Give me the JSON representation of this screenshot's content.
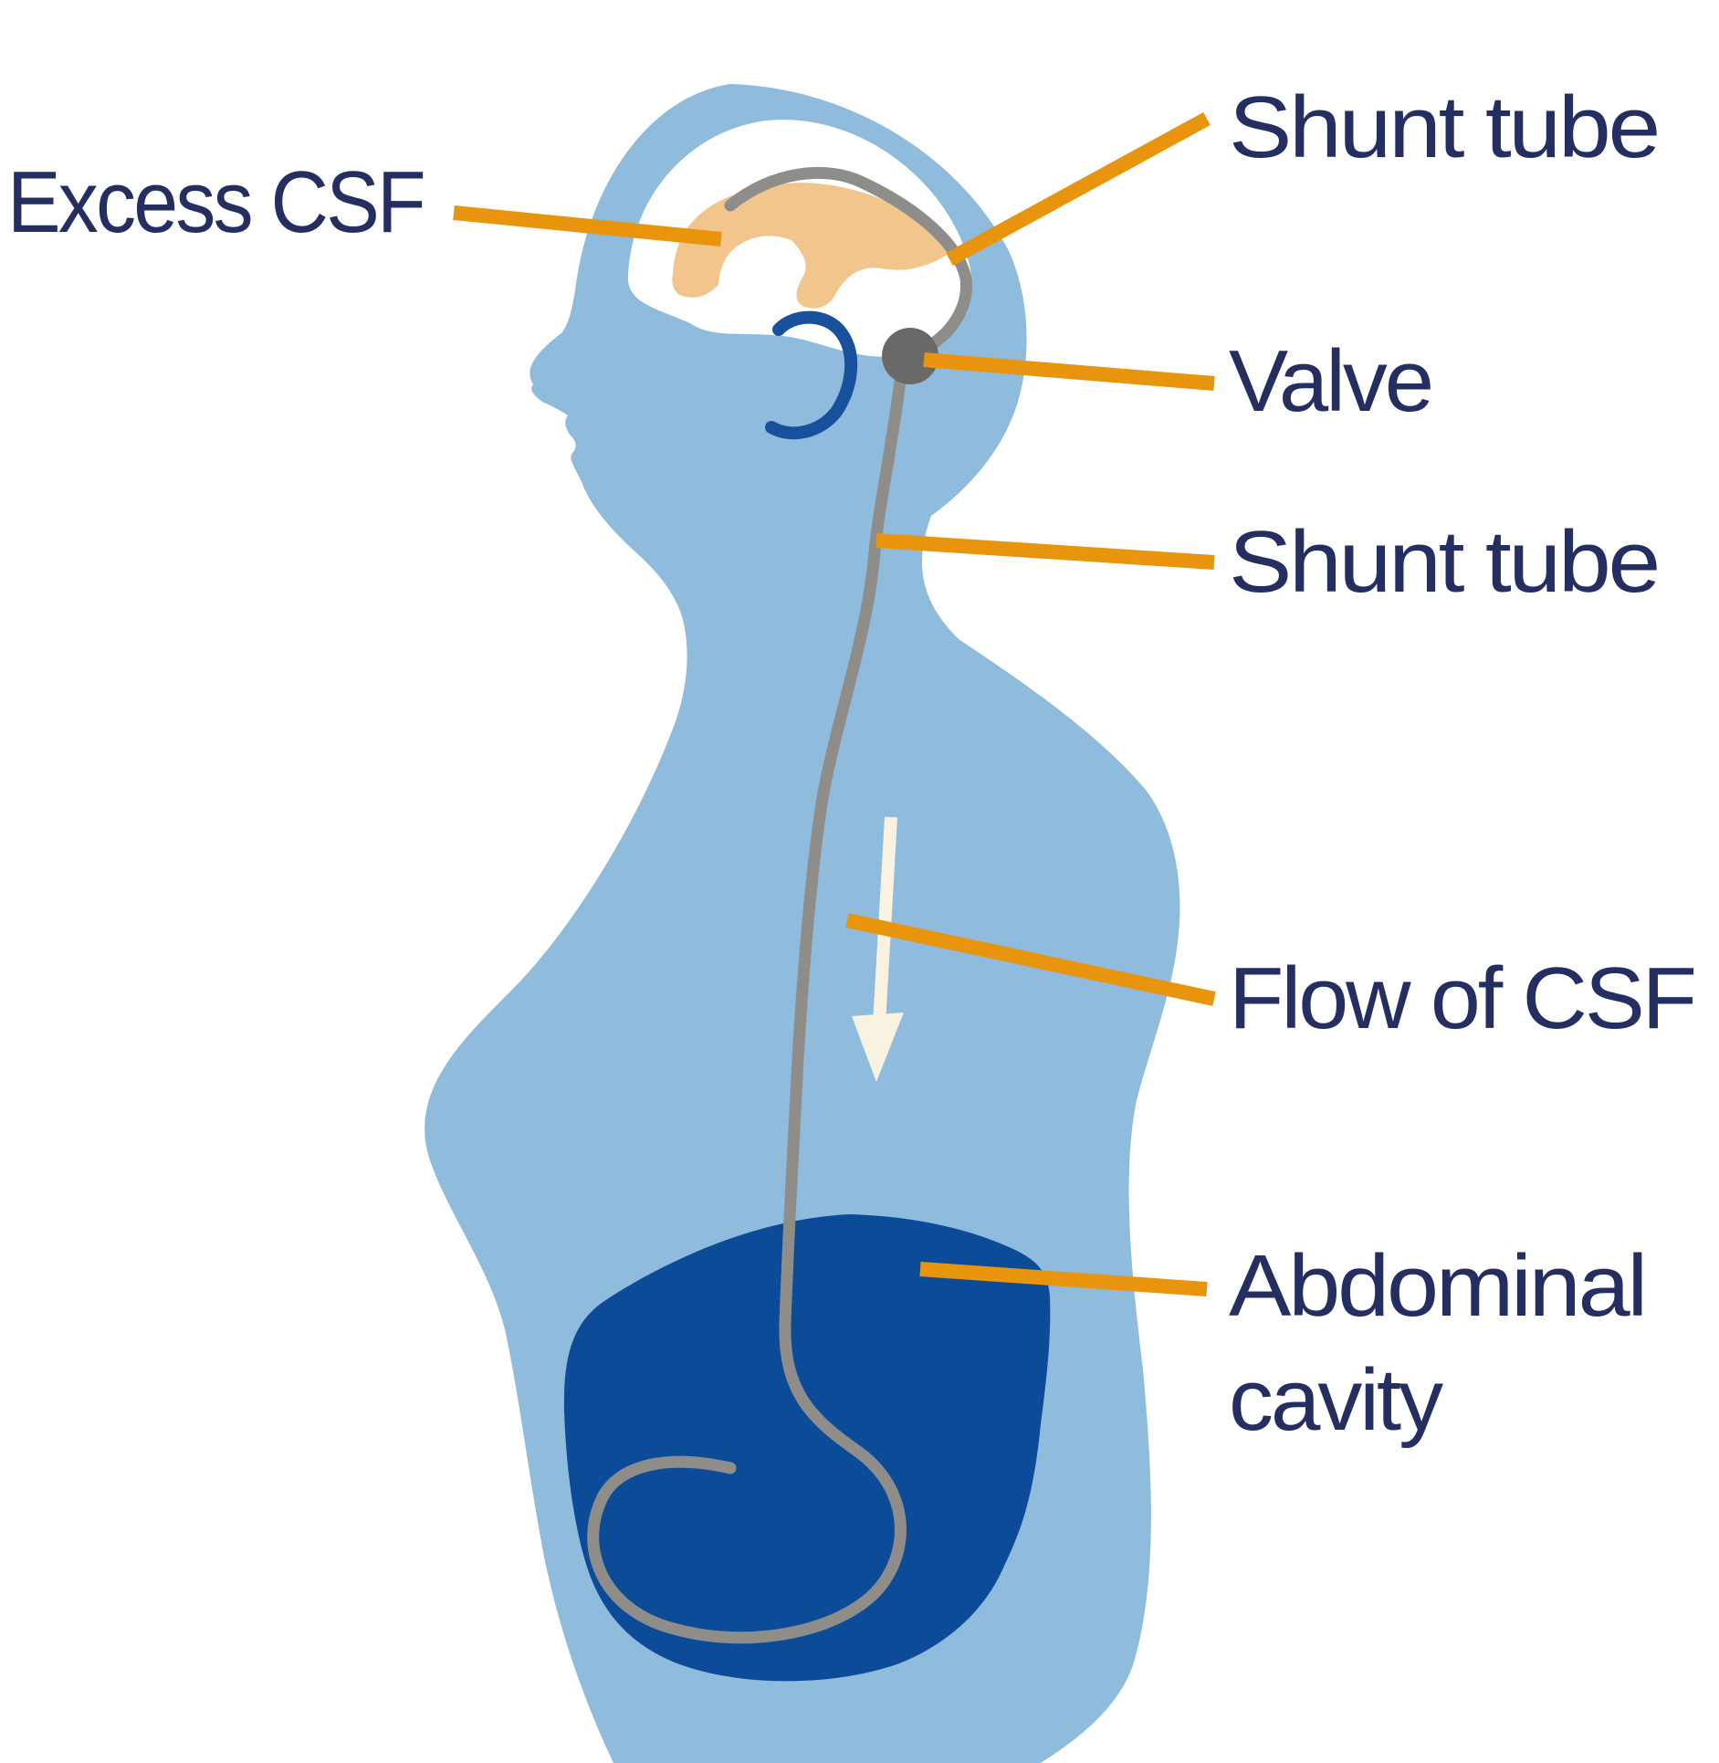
{
  "diagram": {
    "type": "anatomical-diagram",
    "subject": "ventriculoperitoneal shunt in human body profile",
    "labels": {
      "excess_csf": "Excess CSF",
      "shunt_tube_top": "Shunt tube",
      "valve": "Valve",
      "shunt_tube_mid": "Shunt tube",
      "flow_of_csf": "Flow of CSF",
      "abdominal_cavity_line1": "Abdominal",
      "abdominal_cavity_line2": "cavity"
    },
    "colors": {
      "background": "#ffffff",
      "body_silhouette": "#8FBBDD",
      "skull_interior": "#FFFFFF",
      "excess_csf_fluid": "#F2C58C",
      "abdominal_cavity": "#0B4B97",
      "shunt_tube": "#8F8D8A",
      "valve": "#6B6967",
      "ear": "#17509B",
      "leader_line": "#E8940C",
      "label_text": "#252E61",
      "flow_arrow": "#FAF2E0"
    }
  }
}
